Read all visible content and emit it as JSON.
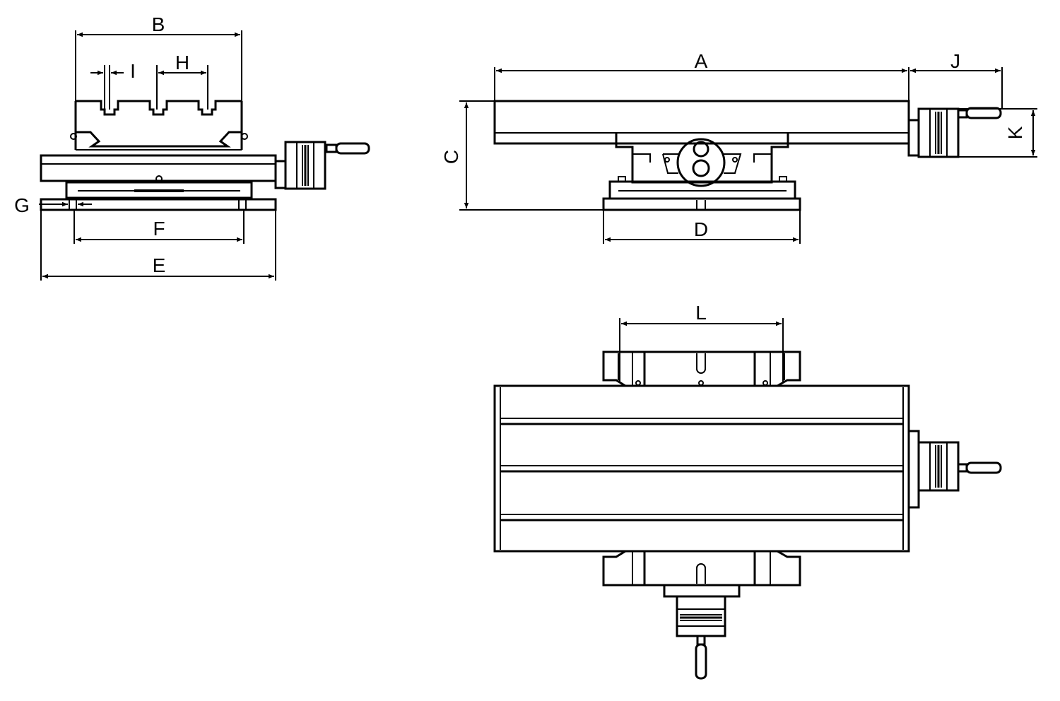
{
  "dimensions": {
    "A": "A",
    "B": "B",
    "C": "C",
    "D": "D",
    "E": "E",
    "F": "F",
    "G": "G",
    "H": "H",
    "I": "I",
    "J": "J",
    "K": "K",
    "L": "L"
  },
  "colors": {
    "line": "#000000",
    "background": "#ffffff"
  }
}
